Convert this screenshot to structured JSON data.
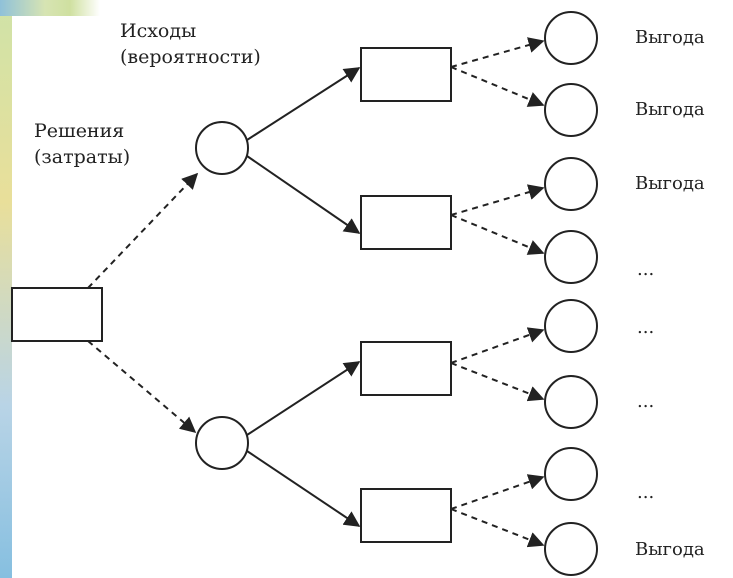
{
  "labels": {
    "outcomes_line1": "Исходы",
    "outcomes_line2": "(вероятности)",
    "decisions_line1": "Решения",
    "decisions_line2": "(затраты)"
  },
  "payoffs": [
    "Выгода",
    "Выгода",
    "Выгода",
    "...",
    "...",
    "...",
    "...",
    "Выгода"
  ],
  "colors": {
    "stroke": "#222222",
    "text": "#222222",
    "background": "#ffffff"
  }
}
